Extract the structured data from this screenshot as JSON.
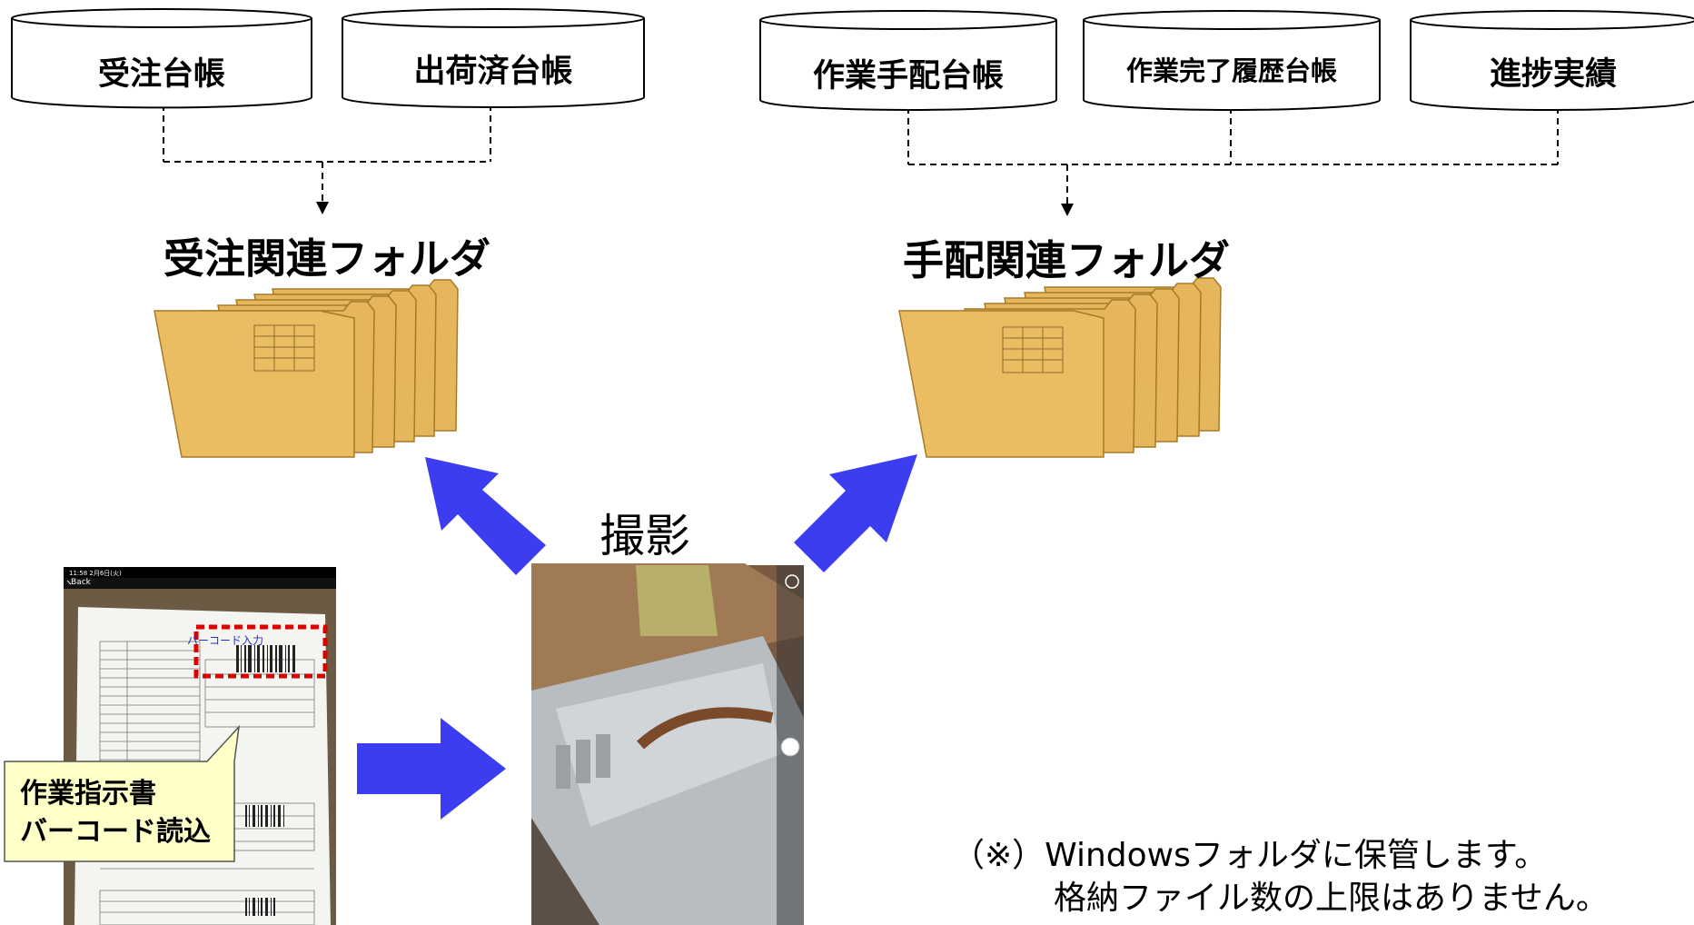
{
  "ledgers_left": [
    {
      "label": "受注台帳"
    },
    {
      "label": "出荷済台帳"
    }
  ],
  "ledgers_right": [
    {
      "label": "作業手配台帳"
    },
    {
      "label": "作業完了履歴台帳"
    },
    {
      "label": "進捗実績"
    }
  ],
  "folders": {
    "left_title": "受注関連フォルダ",
    "right_title": "手配関連フォルダ"
  },
  "capture_title": "撮影",
  "tablet": {
    "back_label": "Back",
    "barcode_input_label": "バーコード入力"
  },
  "callout": {
    "line1": "作業指示書",
    "line2": "バーコード読込"
  },
  "note": {
    "line1": "（※）Windowsフォルダに保管します。",
    "line2": "格納ファイル数の上限はありません。"
  },
  "colors": {
    "arrow": "#3c3cf0",
    "folder": "#e8b85a",
    "callout_bg": "#ffffc8",
    "barcode_box": "#dd0000"
  }
}
